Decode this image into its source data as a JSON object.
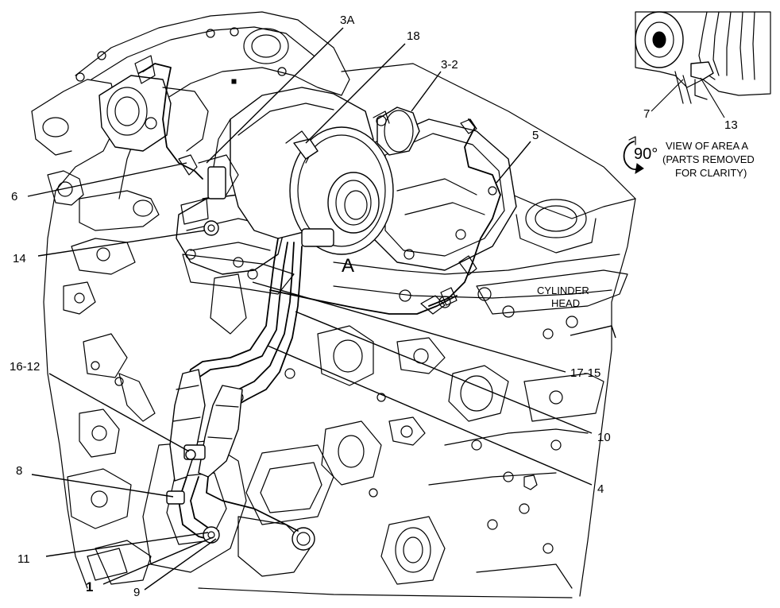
{
  "callouts": {
    "c3a": "3A",
    "c18": "18",
    "c3_2": "3-2",
    "c5": "5",
    "c6": "6",
    "c14": "14",
    "c16_12": "16-12",
    "c8": "8",
    "c11": "11",
    "c1": "1",
    "c9": "9",
    "c4": "4",
    "c10": "10",
    "c17_15": "17-15",
    "c7": "7",
    "c13": "13",
    "cA": "A"
  },
  "labels": {
    "cylinder_head_line1": "CYLINDER",
    "cylinder_head_line2": "HEAD",
    "rotation": "90°",
    "view_line1": "VIEW OF AREA A",
    "view_line2": "(PARTS REMOVED",
    "view_line3": "FOR CLARITY)"
  }
}
